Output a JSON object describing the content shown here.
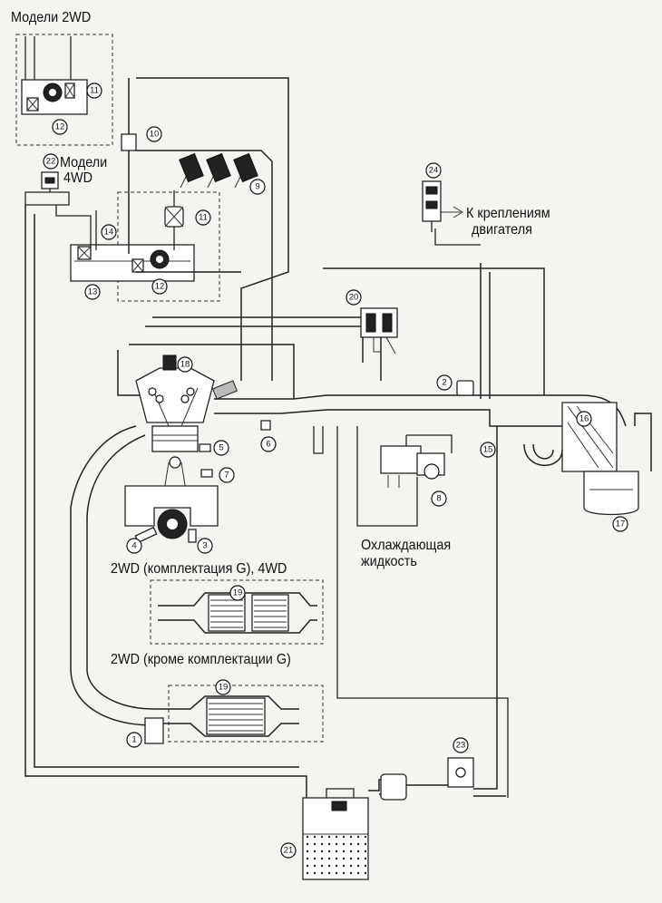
{
  "labels": {
    "models_2wd": "Модели 2WD",
    "models_4wd_line1": "Модели",
    "models_4wd_line2": "4WD",
    "to_engine_mounts_line1": "К креплениям",
    "to_engine_mounts_line2": "двигателя",
    "coolant_line1": "Охлаждающая",
    "coolant_line2": "жидкость",
    "variant_2wd_g_4wd": "2WD (комплектация G), 4WD",
    "variant_2wd_except_g": "2WD (кроме комплектации G)"
  },
  "callouts": [
    "1",
    "2",
    "3",
    "4",
    "5",
    "6",
    "7",
    "8",
    "9",
    "10",
    "11",
    "11",
    "12",
    "12",
    "13",
    "14",
    "15",
    "16",
    "17",
    "18",
    "19",
    "19",
    "20",
    "21",
    "22",
    "23",
    "24"
  ]
}
